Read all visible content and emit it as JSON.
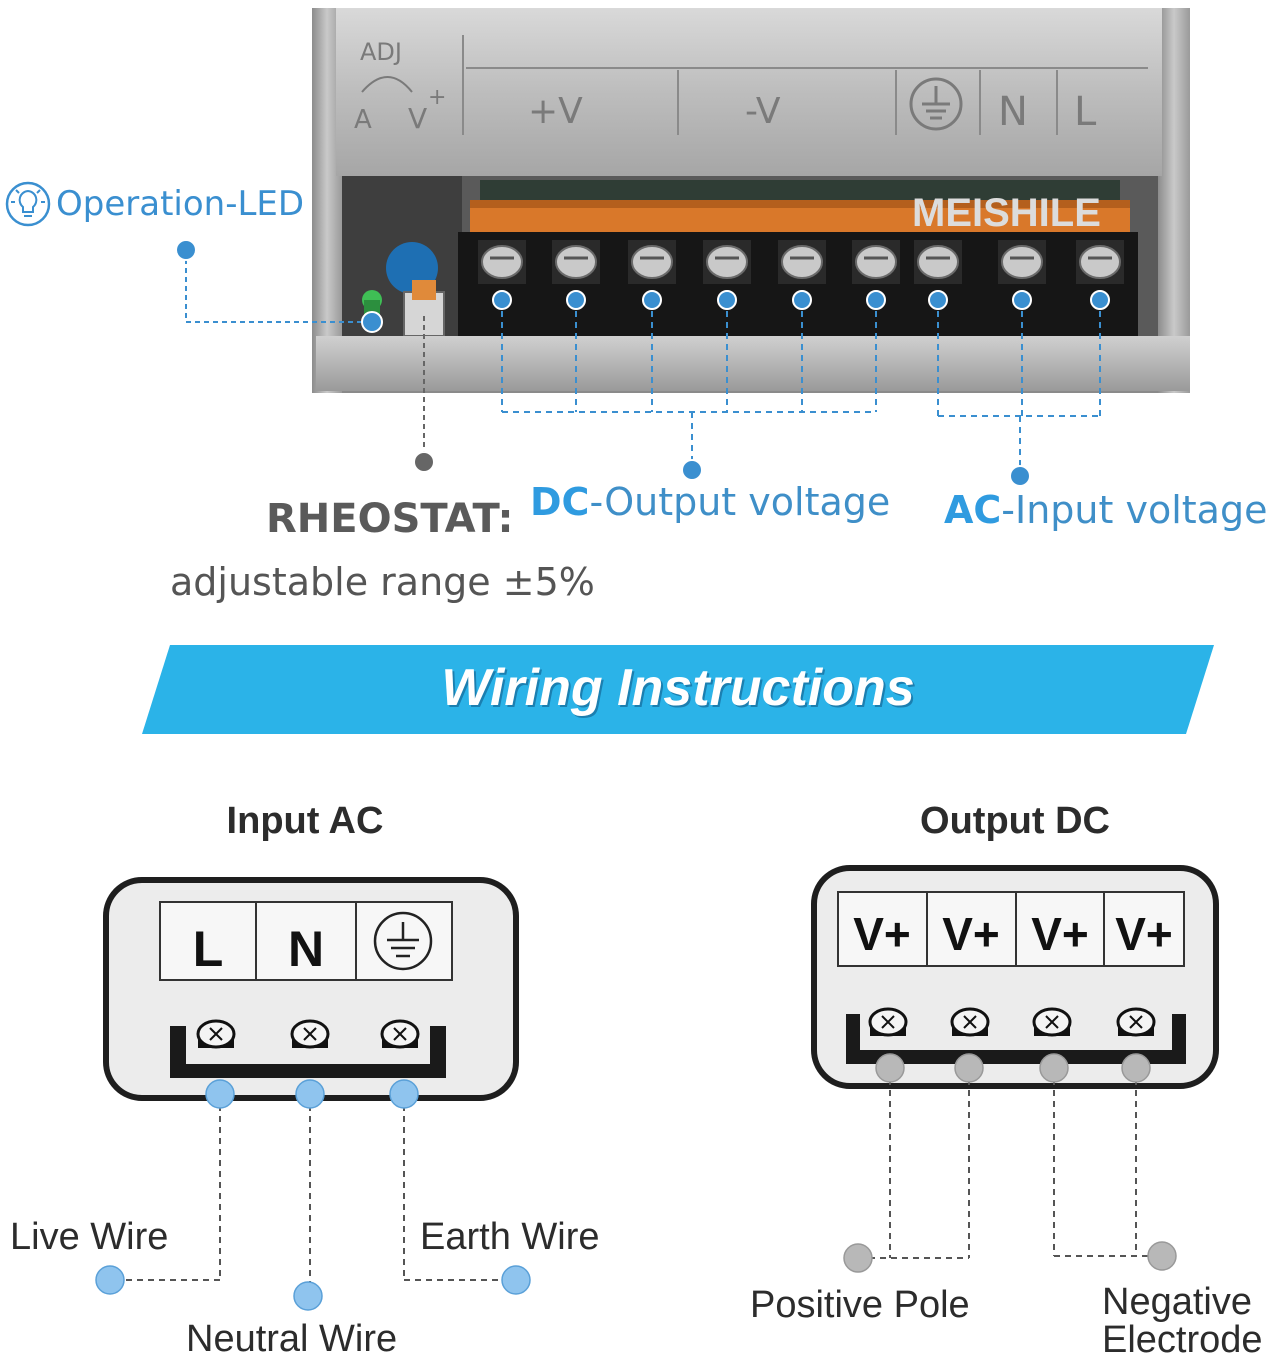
{
  "device": {
    "panel": {
      "adj_label": "ADJ",
      "adj_a": "A",
      "adj_v": "V",
      "adj_plus": "+",
      "plus_v": "+V",
      "minus_v": "-V",
      "n": "N",
      "l": "L"
    },
    "brand": "MEISHILE",
    "terminal_count": 9
  },
  "callouts": {
    "operation_led": "Operation-LED",
    "rheostat_title": "RHEOSTAT:",
    "rheostat_range": "adjustable range ±5%",
    "dc_prefix": "DC",
    "dc_rest": "-Output voltage",
    "ac_prefix": "AC",
    "ac_rest": "-Input voltage"
  },
  "banner": {
    "title": "Wiring Instructions"
  },
  "input_ac": {
    "title": "Input AC",
    "terminals": [
      "L",
      "N"
    ],
    "labels": {
      "live": "Live Wire",
      "neutral": "Neutral Wire",
      "earth": "Earth Wire"
    }
  },
  "output_dc": {
    "title": "Output DC",
    "terminals": [
      "V+",
      "V+",
      "V+",
      "V+"
    ],
    "labels": {
      "positive": "Positive Pole",
      "negative_1": "Negative",
      "negative_2": "Electrode"
    }
  },
  "colors": {
    "accent_blue": "#2bb3e8",
    "dot_blue": "#8fc4ee",
    "dot_gray": "#b8b8b8"
  }
}
